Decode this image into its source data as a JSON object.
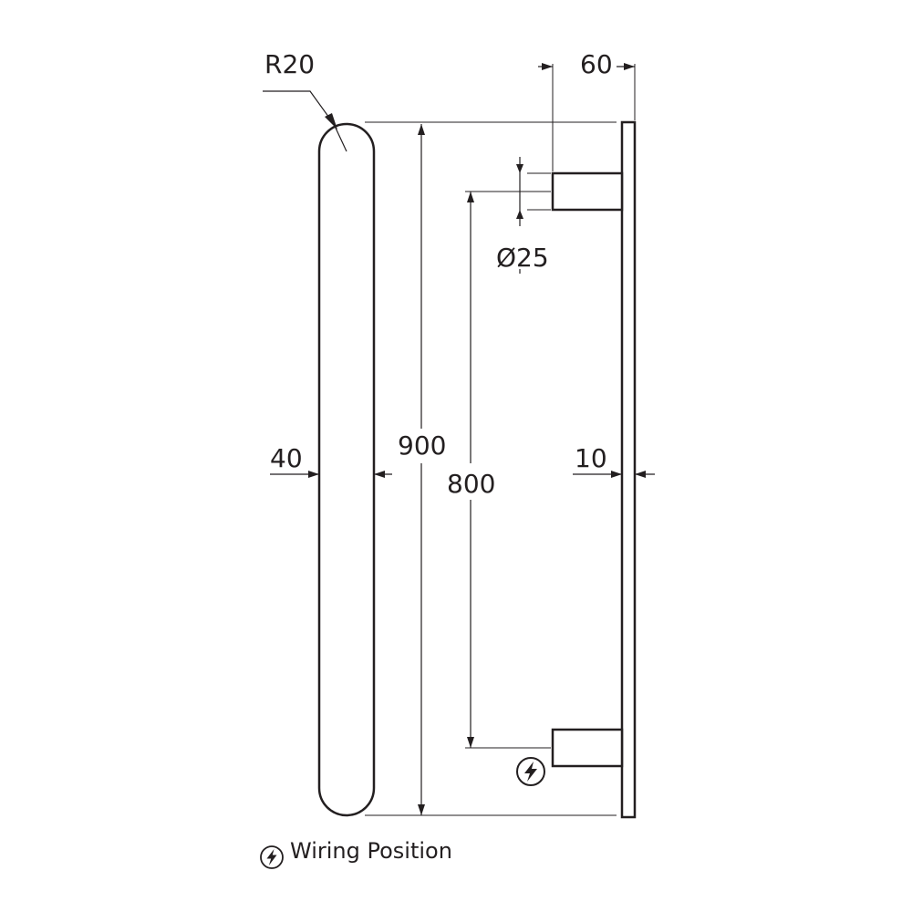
{
  "dimensions": {
    "radius": "R20",
    "diameter": "Ø25",
    "standoff": "60",
    "bar_width": "40",
    "overall_length": "900",
    "centers": "800",
    "plate_thickness": "10"
  },
  "legend": {
    "icon": "lightning-bolt-icon",
    "label": "Wiring Position"
  },
  "colors": {
    "line": "#231f20",
    "background": "#ffffff"
  }
}
